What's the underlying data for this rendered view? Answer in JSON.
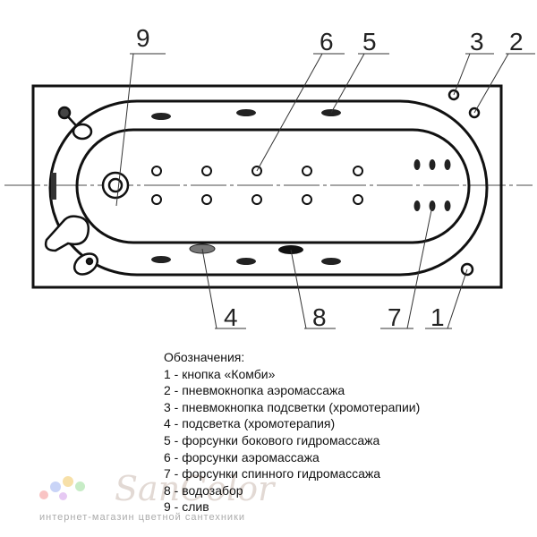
{
  "callouts": [
    "9",
    "6",
    "5",
    "3",
    "2",
    "4",
    "8",
    "7",
    "1"
  ],
  "legend": {
    "title": "Обозначения:",
    "items": [
      "1 - кнопка «Комби»",
      "2 - пневмокнопка аэромассажа",
      "3 - пневмокнопка подсветки (хромотерапии)",
      "4 - подсветка (хромотерапия)",
      "5 - форсунки бокового гидромассажа",
      "6 - форсунки аэромассажа",
      "7 - форсунки спинного гидромассажа",
      "8 - водозабор",
      "9 - слив"
    ]
  },
  "watermark": {
    "logo": "SanColor",
    "tagline": "интернет-магазин цветной сантехники"
  }
}
